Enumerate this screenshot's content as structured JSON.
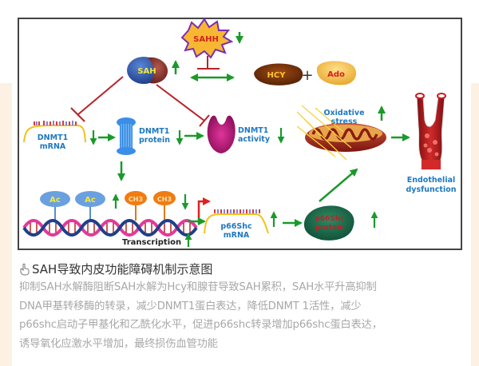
{
  "diagram": {
    "nodes": {
      "sahh": "SAHH",
      "sah": "SAH",
      "hcy": "HCY",
      "ado": "Ado",
      "plus": "+",
      "dnmt1_mrna_line1": "DNMT1",
      "dnmt1_mrna_line2": "mRNA",
      "dnmt1_protein_line1": "DNMT1",
      "dnmt1_protein_line2": "protein",
      "dnmt1_activity_line1": "DNMT1",
      "dnmt1_activity_line2": "activity",
      "oxidative_line1": "Oxidative",
      "oxidative_line2": "stress",
      "endothelial_line1": "Endothelial",
      "endothelial_line2": "dysfunction",
      "ac1": "Ac",
      "ac2": "Ac",
      "ch3_1": "CH3",
      "ch3_2": "CH3",
      "transcription": "Transcription",
      "p66shc_mrna_line1": "p66Shc",
      "p66shc_mrna_line2": "mRNA",
      "p66shc_protein_line1": "p66Shc",
      "p66shc_protein_line2": "protein"
    },
    "colors": {
      "label_blue": "#1f78c1",
      "arrow_green": "#1a9a2a",
      "inhibit_red": "#b8232a",
      "frame": "#444444"
    }
  },
  "caption": {
    "title": "SAH导致内皮功能障碍机制示意图",
    "lines": [
      "抑制SAH水解酶阻断SAH水解为Hcy和腺苷导致SAH累积，SAH水平升高抑制",
      "DNA甲基转移酶的转录，减少DNMT1蛋白表达，降低DNMT 1活性，减少",
      "p66shc启动子甲基化和乙酰化水平，促进p66shc转录增加p66shc蛋白表达，",
      "诱导氧化应激水平增加，最终损伤血管功能"
    ]
  }
}
